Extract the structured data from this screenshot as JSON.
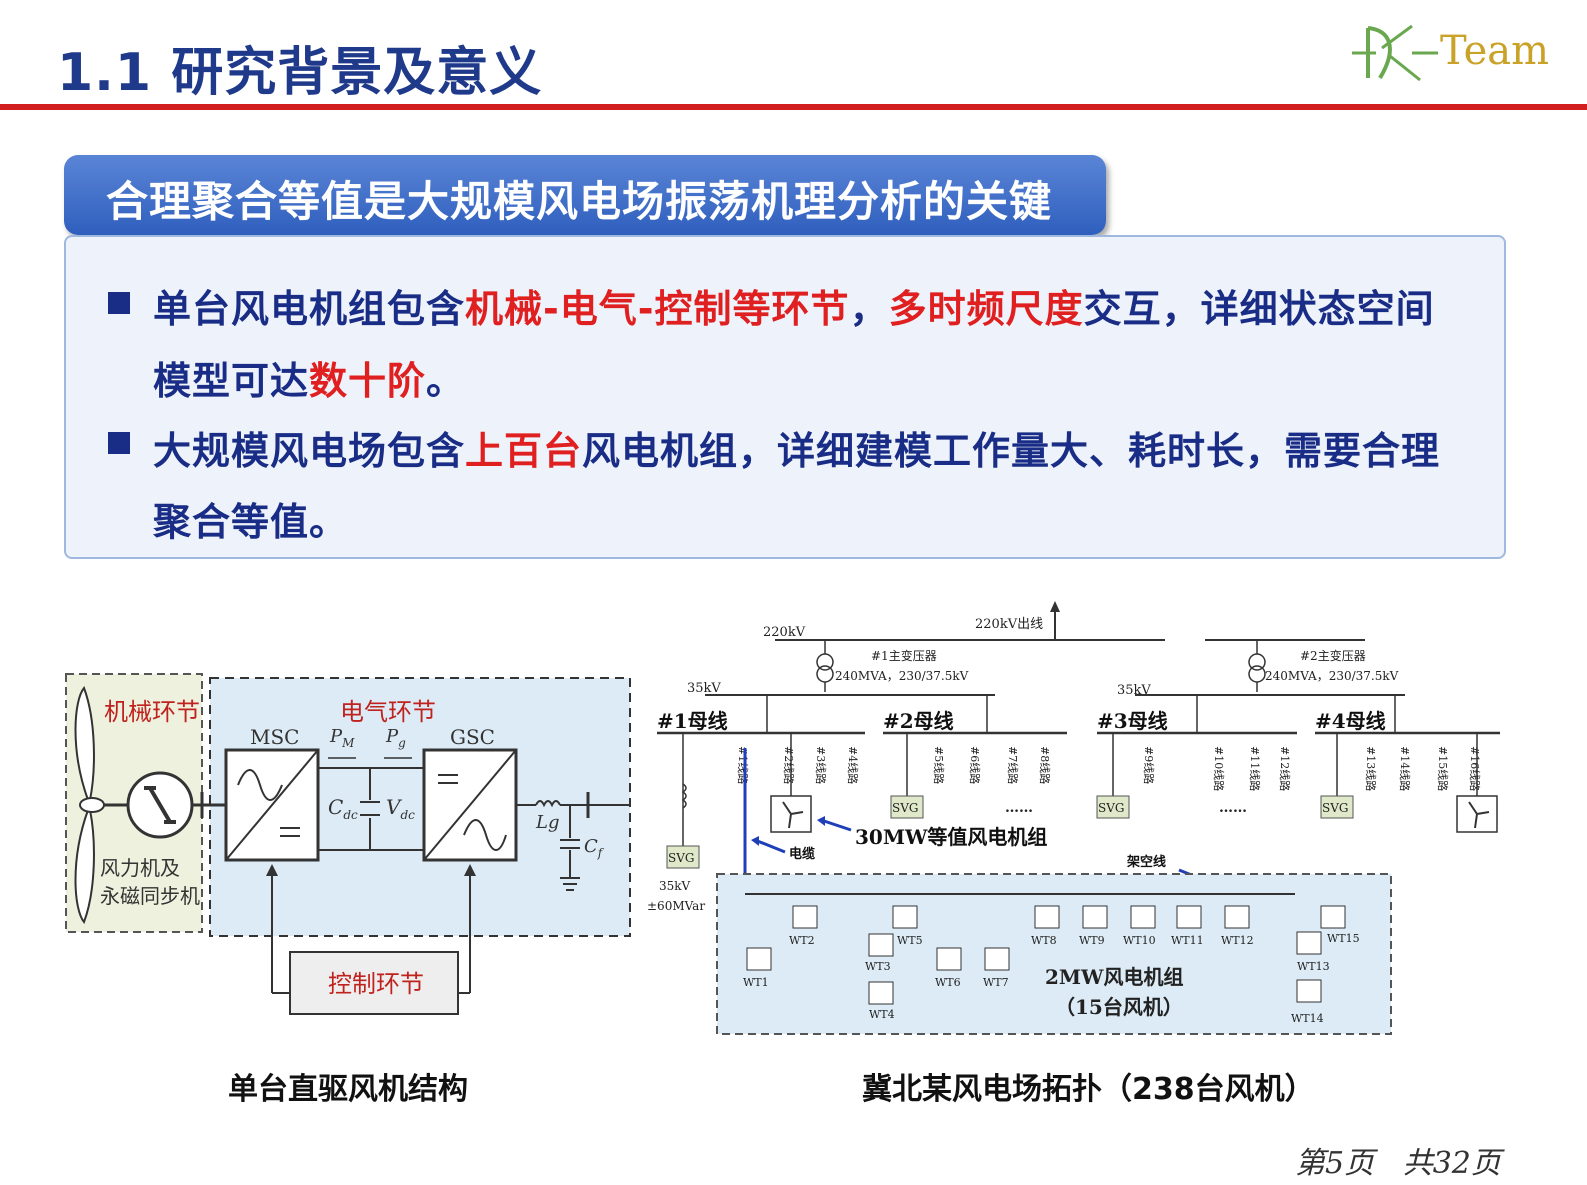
{
  "header": {
    "title": "1.1 研究背景及意义",
    "logo_text": "Team"
  },
  "banner": {
    "text": "合理聚合等值是大规模风电场振荡机理分析的关键"
  },
  "bullets": [
    {
      "line1": [
        {
          "text": "单台风电机组包含",
          "style": "normal"
        },
        {
          "text": "机械-电气-控制等环节",
          "style": "red"
        },
        {
          "text": "，",
          "style": "normal"
        },
        {
          "text": "多时频尺度",
          "style": "red"
        },
        {
          "text": "交互，详细状态空间",
          "style": "normal"
        }
      ],
      "line2": [
        {
          "text": "模型可达",
          "style": "normal"
        },
        {
          "text": "数十阶",
          "style": "red"
        },
        {
          "text": "。",
          "style": "normal"
        }
      ]
    },
    {
      "line1": [
        {
          "text": "大规模风电场包含",
          "style": "normal"
        },
        {
          "text": "上百台",
          "style": "red"
        },
        {
          "text": "风电机组，详细建模工作量大、耗时长，需要合理",
          "style": "normal"
        }
      ],
      "line2": [
        {
          "text": "聚合等值。",
          "style": "normal"
        }
      ]
    }
  ],
  "left_figure": {
    "mech_label": "机械环节",
    "elec_label": "电气环节",
    "ctrl_label": "控制环节",
    "msc": "MSC",
    "gsc": "GSC",
    "pm": "P",
    "pm_sub": "M",
    "pg": "P",
    "pg_sub": "g",
    "cdc": "C",
    "cdc_sub": "dc",
    "vdc": "V",
    "vdc_sub": "dc",
    "lg": "Lg",
    "cf": "C",
    "cf_sub": "f",
    "gen_label_1": "风力机及",
    "gen_label_2": "永磁同步机",
    "caption": "单台直驱风机结构"
  },
  "right_figure": {
    "v220": "220kV",
    "out220": "220kV出线",
    "tr1_name": "#1主变压器",
    "tr1_rating": "240MVA，230/37.5kV",
    "tr2_name": "#2主变压器",
    "tr2_rating": "240MVA，230/37.5kV",
    "v35_left": "35kV",
    "v35_right": "35kV",
    "bus1": "#1母线",
    "bus2": "#2母线",
    "bus3": "#3母线",
    "bus4": "#4母线",
    "feeders": [
      "#1线路",
      "#2线路",
      "#3线路",
      "#4线路",
      "#5线路",
      "#6线路",
      "#7线路",
      "#8线路",
      "#9线路",
      "#10线路",
      "#11线路",
      "#12线路",
      "#13线路",
      "#14线路",
      "#15线路",
      "#16线路"
    ],
    "svg_label": "SVG",
    "svg_rating_1": "35kV",
    "svg_rating_2": "±60MVar",
    "dots": "……",
    "equiv_label": "30MW等值风电机组",
    "cable_label": "电缆",
    "overhead_label": "架空线",
    "wts": [
      "WT1",
      "WT2",
      "WT3",
      "WT4",
      "WT5",
      "WT6",
      "WT7",
      "WT8",
      "WT9",
      "WT10",
      "WT11",
      "WT12",
      "WT13",
      "WT14",
      "WT15"
    ],
    "group_label_1": "2MW风电机组",
    "group_label_2": "（15台风机）",
    "caption": "冀北某风电场拓扑（238台风机）"
  },
  "footer": {
    "page": "第5页",
    "total": "共32页"
  },
  "colors": {
    "title_blue": "#1f3a8a",
    "text_navy": "#1a2d86",
    "emphasis_red": "#e02020",
    "rule_red": "#d21e1e",
    "banner_blue": "#2f5fbe"
  }
}
